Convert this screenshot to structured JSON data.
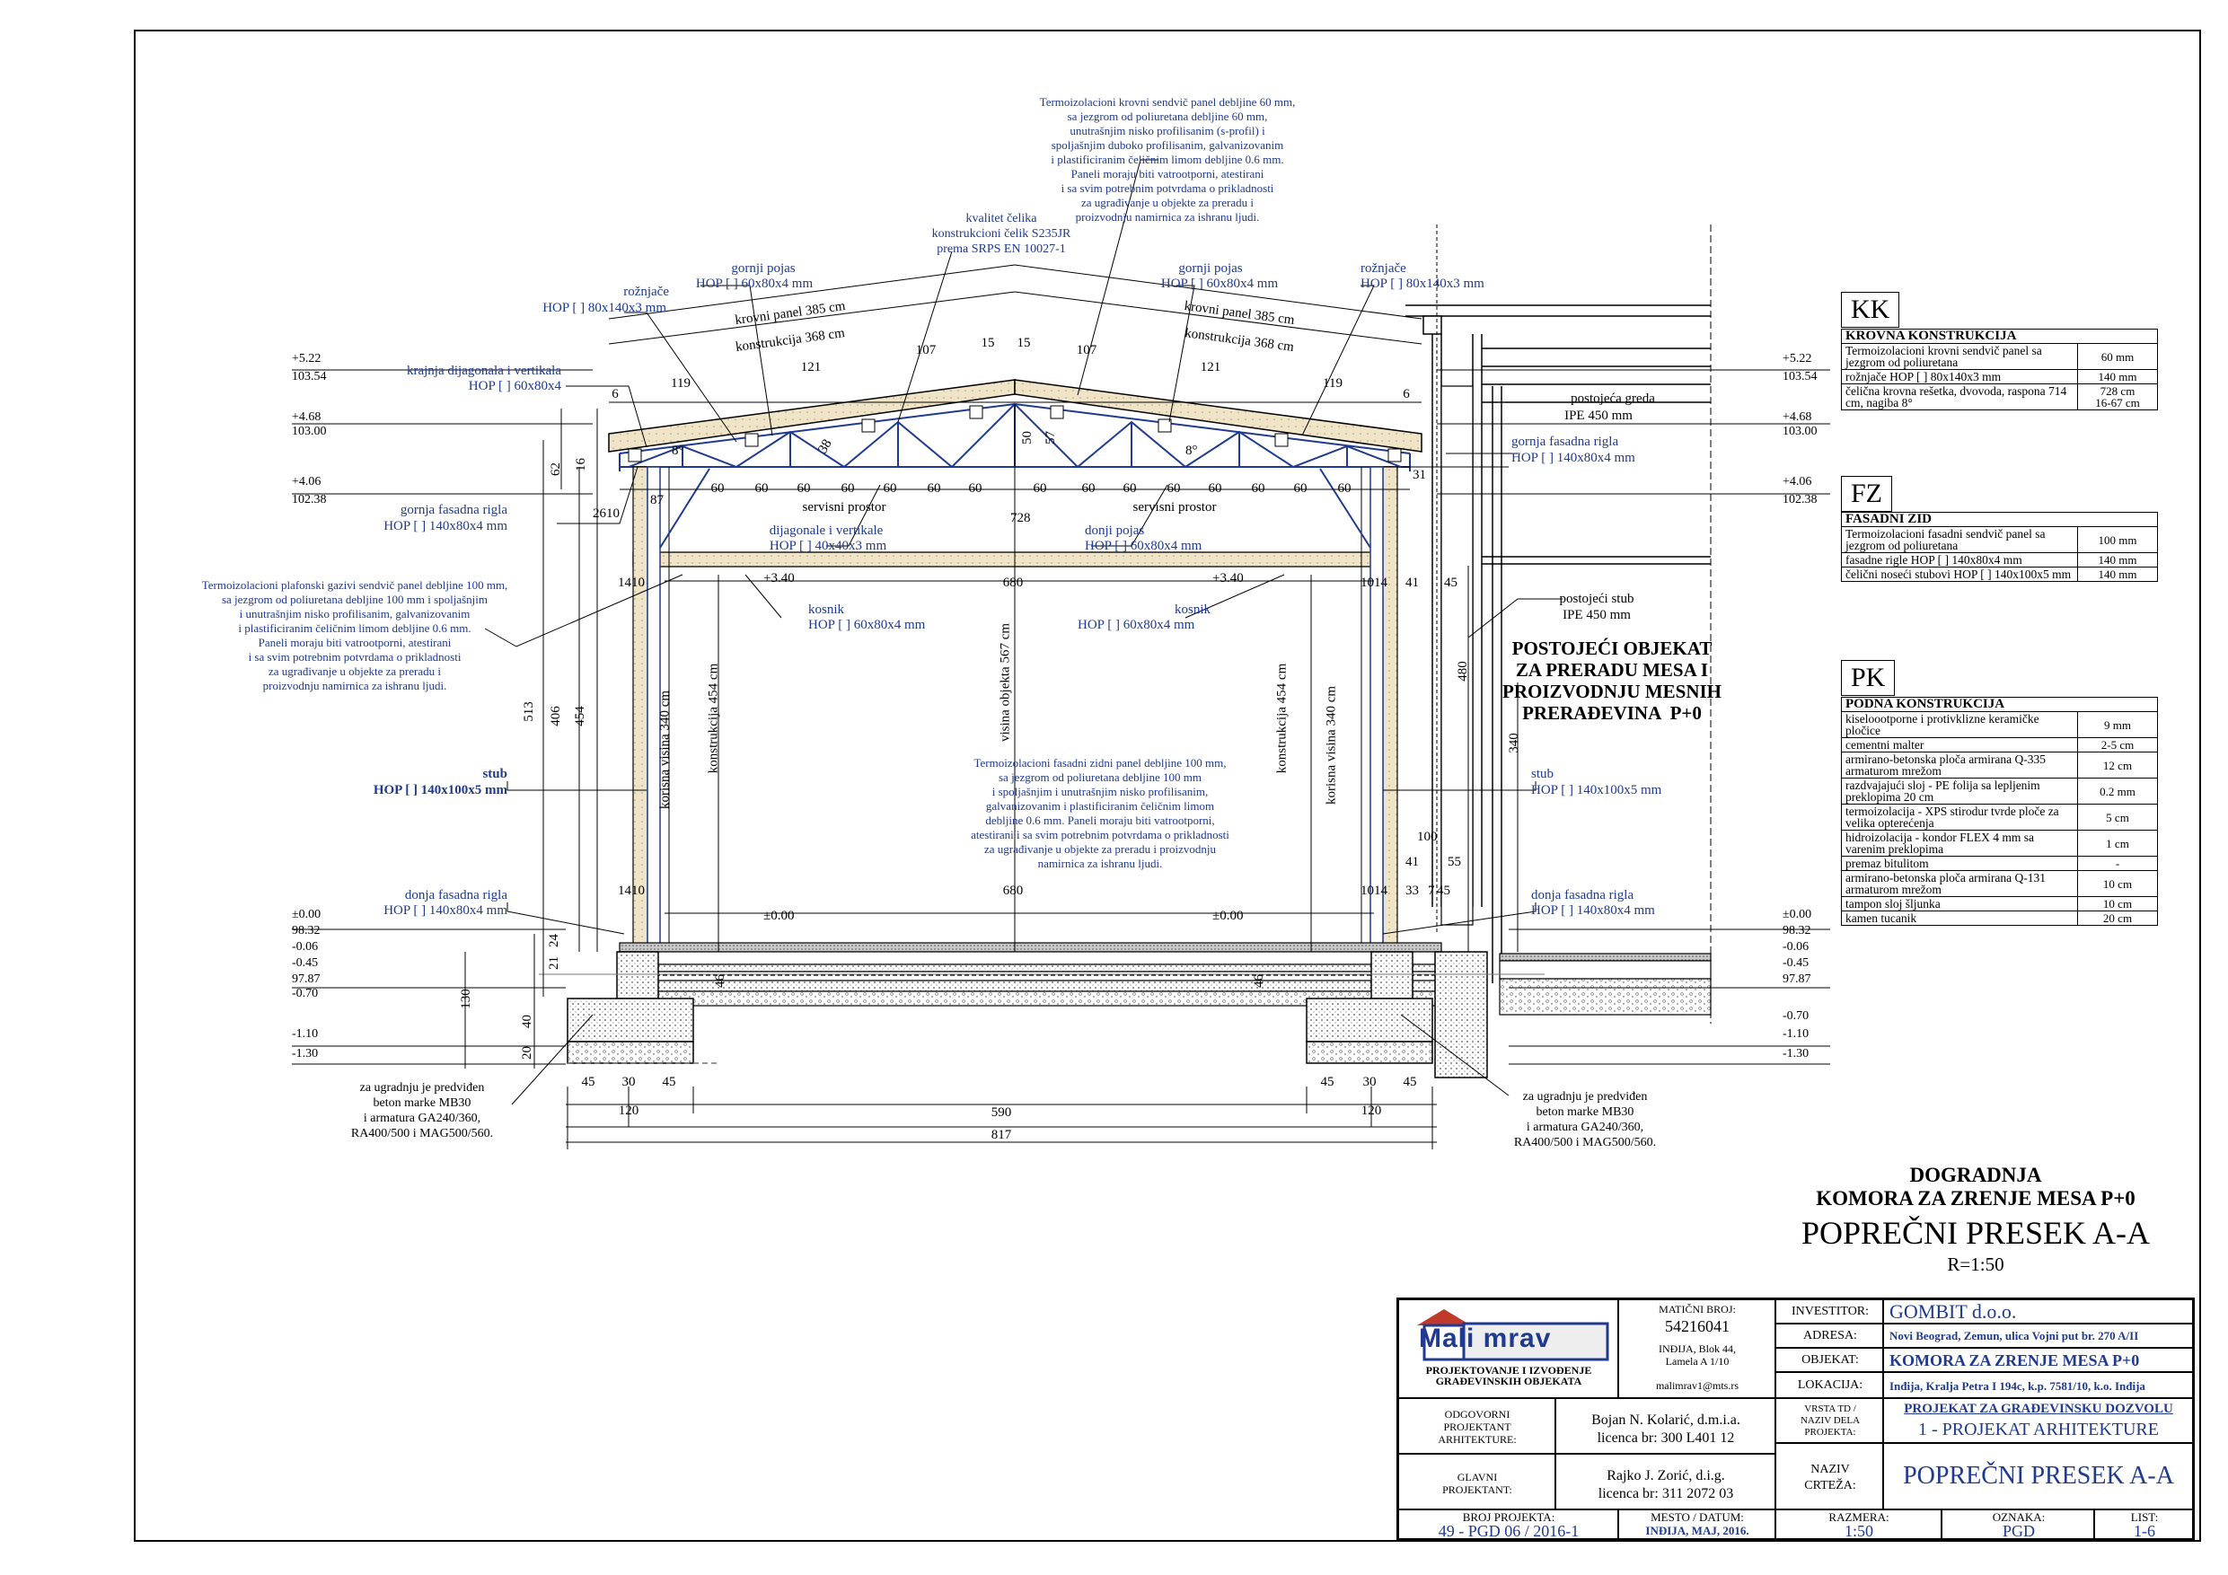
{
  "drawing_notes": {
    "roof_panel": "Termoizolacioni krovni sendvič panel debljine 60 mm,\nsa jezgrom od poliuretana debljine 60 mm,\nunutrašnjim nisko profilisanim (s-profil) i\nspoljašnjim duboko profilisanim, galvanizovanim\ni plastificiranim čeličnim limom debljine 0.6 mm.\nPaneli moraju biti vatrootporni, atestirani\ni sa svim potrebnim potvrdama o prikladnosti\nza ugrađivanje u objekte za preradu i\nproizvodnju namirnica za ishranu ljudi.",
    "steel_quality": "kvalitet čelika\nkonstrukcioni čelik S235JR\nprema SRPS EN 10027-1",
    "ceiling_panel": "Termoizolacioni plafonski gazivi sendvič panel debljine 100 mm,\nsa jezgrom od poliuretana debljine 100 mm i spoljašnjim\ni unutrašnjim nisko profilisanim, galvanizovanim\ni plastificiranim čeličnim limom debljine 0.6 mm.\nPaneli moraju biti vatrootporni, atestirani\ni sa svim potrebnim potvrdama o prikladnosti\nza ugrađivanje u objekte za preradu i\nproizvodnju namirnica za ishranu ljudi.",
    "wall_panel": "Termoizolacioni fasadni zidni panel debljine 100 mm,\nsa jezgrom od poliuretana debljine 100 mm\ni spoljašnjim i unutrašnjim nisko profilisanim,\ngalvanizovanim i plastificiranim čeličnim limom\ndebljine 0.6 mm. Paneli moraju biti vatrootporni,\natestirani i sa svim potrebnim potvrdama o prikladnosti\nza ugrađivanje u objekte za preradu i proizvodnju\nnamirnica za ishranu ljudi.",
    "concrete_left": "za ugradnju je predviđen\nbeton marke MB30\ni armatura GA240/360,\nRA400/500 i MAG500/560.",
    "concrete_right": "za ugradnju je predviđen\nbeton marke MB30\ni armatura GA240/360,\nRA400/500 i MAG500/560."
  },
  "labels": {
    "gornji_pojas_l": "gornji pojas",
    "gornji_pojas_l_prof": "HOP [ ] 60x80x4 mm",
    "gornji_pojas_r": "gornji pojas",
    "gornji_pojas_r_prof": "HOP [ ] 60x80x4 mm",
    "roznjace_l": "rožnjače",
    "roznjace_l_prof": "HOP [ ] 80x140x3 mm",
    "roznjace_r": "rožnjače",
    "roznjace_r_prof": "HOP [ ] 80x140x3 mm",
    "krovni_panel_l": "krovni panel 385 cm",
    "krovni_panel_r": "krovni panel 385 cm",
    "konstrukcija_l": "konstrukcija 368 cm",
    "konstrukcija_r": "konstrukcija 368 cm",
    "krajnja": "krajnja dijagonala i vertikala",
    "krajnja_prof": "HOP [ ] 60x80x4",
    "postojeca_greda": "postojeća greda",
    "postojeca_greda_prof": "IPE 450 mm",
    "gornja_fasadna_r": "gornja fasadna rigla",
    "gornja_fasadna_r_prof": "HOP [ ] 140x80x4 mm",
    "gornja_fasadna_l": "gornja fasadna rigla",
    "gornja_fasadna_l_prof": "HOP [ ] 140x80x4 mm",
    "servisni_l": "servisni prostor",
    "servisni_r": "servisni prostor",
    "dijagonale": "dijagonale i vertikale",
    "dijagonale_prof": "HOP [ ] 40x40x3 mm",
    "donji_pojas": "donji pojas",
    "donji_pojas_prof": "HOP [ ] 60x80x4 mm",
    "kosnik_l": "kosnik",
    "kosnik_l_prof": "HOP [ ] 60x80x4 mm",
    "kosnik_r": "kosnik",
    "kosnik_r_prof": "HOP [ ] 60x80x4 mm",
    "postojeci_stub": "postojeći stub",
    "postojeci_stub_prof": "IPE 450 mm",
    "existing_building": "POSTOJEĆI OBJEKAT\nZA PRERADU MESA I\nPROIZVODNJU MESNIH\nPRERAĐEVINA  P+0",
    "stub_l": "stub",
    "stub_l_prof": "HOP [ ] 140x100x5 mm",
    "stub_r": "stub",
    "stub_r_prof": "HOP [ ] 140x100x5 mm",
    "donja_fasadna_l": "donja fasadna rigla",
    "donja_fasadna_l_prof": "HOP [ ] 140x80x4 mm",
    "donja_fasadna_r": "donja fasadna rigla",
    "donja_fasadna_r_prof": "HOP [ ] 140x80x4 mm",
    "korisna_l": "korisna visina 340 cm",
    "korisna_r": "korisna visina 340 cm",
    "konstrukcija_454_l": "konstrukcija 454 cm",
    "konstrukcija_454_r": "konstrukcija 454 cm",
    "visina_objekta": "visina objekta 567 cm",
    "plus340_l": "+3.40",
    "plus340_r": "+3.40",
    "zero_l": "±0.00",
    "zero_r": "±0.00"
  },
  "levels_left": [
    "+5.22",
    "103.54",
    "+4.68",
    "103.00",
    "+4.06",
    "102.38",
    "±0.00",
    "98.32",
    "-0.06",
    "-0.45",
    "97.87",
    "-0.70",
    "-1.10",
    "-1.30"
  ],
  "levels_right": [
    "+5.22",
    "103.54",
    "+4.68",
    "103.00",
    "+4.06",
    "102.38",
    "±0.00",
    "98.32",
    "-0.06",
    "-0.45",
    "97.87",
    "-0.70",
    "-1.10",
    "-1.30"
  ],
  "dimensions": {
    "d119l": "119",
    "d121l": "121",
    "d107l": "107",
    "d15l": "15",
    "d15r": "15",
    "d107r": "107",
    "d121r": "121",
    "d119r": "119",
    "d6l": "6",
    "d6r": "6",
    "d62": "62",
    "d16": "16",
    "d728": "728",
    "d31": "31",
    "d60": "60",
    "d2610": "2610",
    "d87": "87",
    "d1410": "1410",
    "d680top": "680",
    "d680bot": "680",
    "d1014": "1014",
    "d41": "41",
    "d45": "45",
    "d513": "513",
    "d406": "406",
    "d454": "454",
    "d480": "480",
    "d340": "340",
    "d100": "100",
    "d55": "55",
    "d33": "33",
    "d7": "7",
    "d130": "130",
    "d21": "21",
    "d24": "24",
    "d40": "40",
    "d20": "20",
    "d46": "46",
    "d45a": "45",
    "d30a": "30",
    "d45b": "45",
    "d45c": "45",
    "d30b": "30",
    "d45d": "45",
    "d120l": "120",
    "d590": "590",
    "d120r": "120",
    "d817": "817",
    "d50": "50",
    "d57": "57",
    "d8l": "8°",
    "d8r": "8°",
    "d38": "38"
  },
  "spec_tables": {
    "kk": {
      "code": "KK",
      "title": "KROVNA KONSTRUKCIJA",
      "rows": [
        {
          "desc": "Termoizolacioni krovni sendvič panel sa jezgrom od poliuretana",
          "val": "60 mm"
        },
        {
          "desc": "rožnjače HOP [ ] 80x140x3 mm",
          "val": "140 mm"
        },
        {
          "desc": "čelična krovna rešetka, dvovoda, raspona 714 cm, nagiba 8°",
          "val": "728 cm\n16-67 cm"
        }
      ]
    },
    "fz": {
      "code": "FZ",
      "title": "FASADNI ZID",
      "rows": [
        {
          "desc": "Termoizolacioni fasadni sendvič panel sa jezgrom od poliuretana",
          "val": "100 mm"
        },
        {
          "desc": "fasadne rigle HOP [ ] 140x80x4 mm",
          "val": "140 mm"
        },
        {
          "desc": "čelični noseći stubovi HOP [ ] 140x100x5 mm",
          "val": "140 mm"
        }
      ]
    },
    "pk": {
      "code": "PK",
      "title": "PODNA KONSTRUKCIJA",
      "rows": [
        {
          "desc": "kiseloootporne i protivklizne keramičke pločice",
          "val": "9 mm"
        },
        {
          "desc": "cementni malter",
          "val": "2-5 cm"
        },
        {
          "desc": "armirano-betonska ploča armirana Q-335 armaturom mrežom",
          "val": "12 cm"
        },
        {
          "desc": "razdvajajući sloj - PE folija sa lepljenim preklopima 20 cm",
          "val": "0.2 mm"
        },
        {
          "desc": "termoizolacija - XPS stirodur tvrde ploče za velika opterećenja",
          "val": "5 cm"
        },
        {
          "desc": "hidroizolacija - kondor FLEX 4 mm sa varenim preklopima",
          "val": "1 cm"
        },
        {
          "desc": "premaz bitulitom",
          "val": "-"
        },
        {
          "desc": "armirano-betonska ploča armirana Q-131 armaturom mrežom",
          "val": "10 cm"
        },
        {
          "desc": "tampon sloj šljunka",
          "val": "10 cm"
        },
        {
          "desc": "kamen tucanik",
          "val": "20 cm"
        }
      ]
    }
  },
  "title_block_heading": {
    "line1": "DOGRADNJA",
    "line2": "KOMORA ZA ZRENJE MESA P+0",
    "line3": "POPREČNI PRESEK A-A",
    "scale": "R=1:50"
  },
  "title_block": {
    "logo": "Mali mrav",
    "company_desc": "PROJEKTOVANJE I IZVOĐENJE GRAĐEVINSKIH OBJEKATA",
    "mb_label": "MATIČNI BROJ:",
    "mb_value": "54216041",
    "address": "INĐIJA, Blok 44,\nLamela A 1/10",
    "email": "malimrav1@mts.rs",
    "resp_label": "ODGOVORNI\nPROJEKTANT\nARHITEKTURE:",
    "resp_name": "Bojan N. Kolarić, d.m.i.a.\nlicenca br: 300 L401 12",
    "main_label": "GLAVNI\nPROJEKTANT:",
    "main_name": "Rajko J. Zorić, d.i.g.\nlicenca br: 311 2072 03",
    "investor_label": "INVESTITOR:",
    "investor": "GOMBIT d.o.o.",
    "adresa_label": "ADRESA:",
    "adresa": "Novi Beograd, Zemun, ulica Vojni put br. 270 A/II",
    "objekat_label": "OBJEKAT:",
    "objekat": "KOMORA ZA ZRENJE MESA P+0",
    "lokacija_label": "LOKACIJA:",
    "lokacija": "Inđija, Kralja Petra I 194c, k.p. 7581/10, k.o. Inđija",
    "vrsta_label": "VRSTA TD /\nNAZIV DELA\nPROJEKTA:",
    "vrsta1": "PROJEKAT ZA GRAĐEVINSKU DOZVOLU",
    "vrsta2": "1 - PROJEKAT ARHITEKTURE",
    "naziv_label": "NAZIV\nCRTEŽA:",
    "naziv": "POPREČNI PRESEK A-A",
    "broj_label": "BROJ PROJEKTA:",
    "broj": "49 - PGD 06 / 2016-1",
    "mesto_label": "MESTO / DATUM:",
    "mesto": "INĐIJA, MAJ, 2016.",
    "razmera_label": "RAZMERA:",
    "razmera": "1:50",
    "oznaka_label": "OZNAKA:",
    "oznaka": "PGD",
    "list_label": "LIST:",
    "list": "1-6"
  }
}
